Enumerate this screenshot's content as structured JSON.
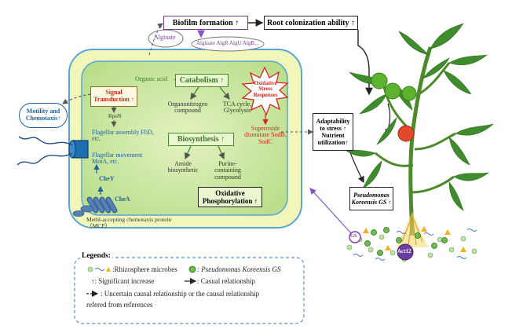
{
  "colors": {
    "outer_cell": "#f3f6b9",
    "inner_cell": "#c9e7a0",
    "cell_border": "#58a6d8",
    "accent_green": "#3b7a2a",
    "accent_blue": "#1f5f9e",
    "accent_red": "#d6251f",
    "accent_purple": "#7a3aa0",
    "gs_green": "#6abf4b"
  },
  "top": {
    "biofilm": "Biofilm formation ↑",
    "root_colonization": "Root colonization ability ↑",
    "alginate_cloud": "Alginate",
    "alginate_genes": "Alginate AlgR AlgU AlgB..."
  },
  "left": {
    "motility": "Motility and Chemotaxis↑"
  },
  "cell": {
    "organic_acid": "Organic acid",
    "catabolism": "Catabolism ↑",
    "organonitrogen": "Organonitrogen compound",
    "tca": "TCA cycle, Glycolysis",
    "signal": "Signal Transduction ↑",
    "rpon": "RpoN",
    "flagellar_assembly": "Flagellar assembly FliD, etc.",
    "flagellar_movement": "Flagellar movement MotA, etc.",
    "chey": "CheY",
    "chea": "CheA",
    "mcp": "Methl-accepting chemotaxis protein（MCP）",
    "biosynthesis": "Biosynthesis ↑",
    "amide": "Amide biosynthetic",
    "purine": "Purine-containing compound",
    "oxphos": "Oxidative Phosphorylation ↑",
    "oxidative_stress": "Oxidative Stress Responses",
    "superoxide": "Superoxide dismutase SodB, SodC"
  },
  "right": {
    "adaptability": "Adaptability to stress ↑ Nutrient utilization↑",
    "pseudomonas_box": "Pseudomonas Koreensis GS ↑",
    "gs_label": "GS",
    "act12": "Act12"
  },
  "legend": {
    "title": "Legends:",
    "rhizosphere": ":Rhizosphere microbes",
    "pk_gs": ": Pseudomonas Koreensis GS",
    "significant": "↑: Significant  increase",
    "causal": ": Casual relationship",
    "uncertain": ": Uncertain causal relationship or the causal relationship",
    "refered": "refered from references"
  }
}
